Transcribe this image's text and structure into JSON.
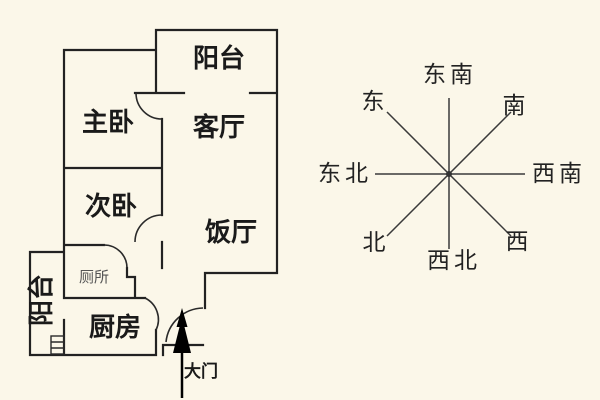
{
  "colors": {
    "background": "#fbf7e9",
    "wall_line": "#222222",
    "compass_line": "#3a3a3a",
    "label_text": "#1a1a1a",
    "toilet_text": "#555555",
    "entrance_arrow": "#000000"
  },
  "floorplan": {
    "rooms": {
      "balcony_top": "阳台",
      "master_bedroom": "主卧",
      "living_room": "客厅",
      "second_bedroom": "次卧",
      "dining_room": "饭厅",
      "toilet": "厕所",
      "side_balcony": "阳台",
      "kitchen": "厨房"
    },
    "entrance_label": "大门"
  },
  "compass": {
    "directions": {
      "top": "东南",
      "upper_left": "东",
      "upper_right": "南",
      "left": "东北",
      "right": "西南",
      "lower_left": "北",
      "lower_right": "西",
      "bottom": "西北"
    }
  }
}
